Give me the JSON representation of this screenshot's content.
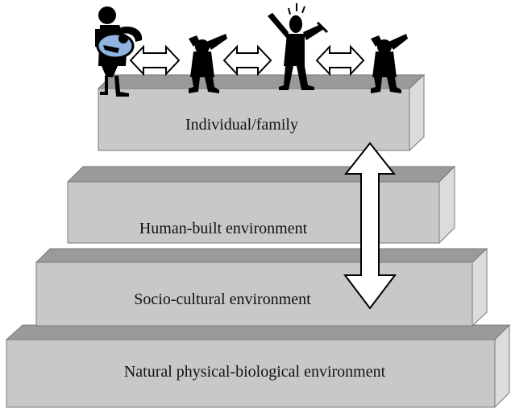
{
  "layers": [
    {
      "id": "individual",
      "label": "Individual/family"
    },
    {
      "id": "human-built",
      "label": "Human-built environment"
    },
    {
      "id": "socio-cultural",
      "label": "Socio-cultural environment"
    },
    {
      "id": "natural",
      "label": "Natural physical-biological environment"
    }
  ],
  "colors": {
    "front": "#c8c8c8",
    "top": "#9a9a9a",
    "side": "#dcdcdc",
    "edge": "#7a7a7a",
    "figures": "#000000",
    "baby_blanket": "#8fb4e0",
    "arrow_fill": "#ffffff"
  },
  "figures": [
    {
      "name": "parent-holding-baby-icon"
    },
    {
      "name": "child-figure-icon"
    },
    {
      "name": "adult-figure-icon"
    },
    {
      "name": "child-figure-icon"
    }
  ],
  "arrows": {
    "horizontal": "double-headed",
    "vertical": "double-headed"
  }
}
